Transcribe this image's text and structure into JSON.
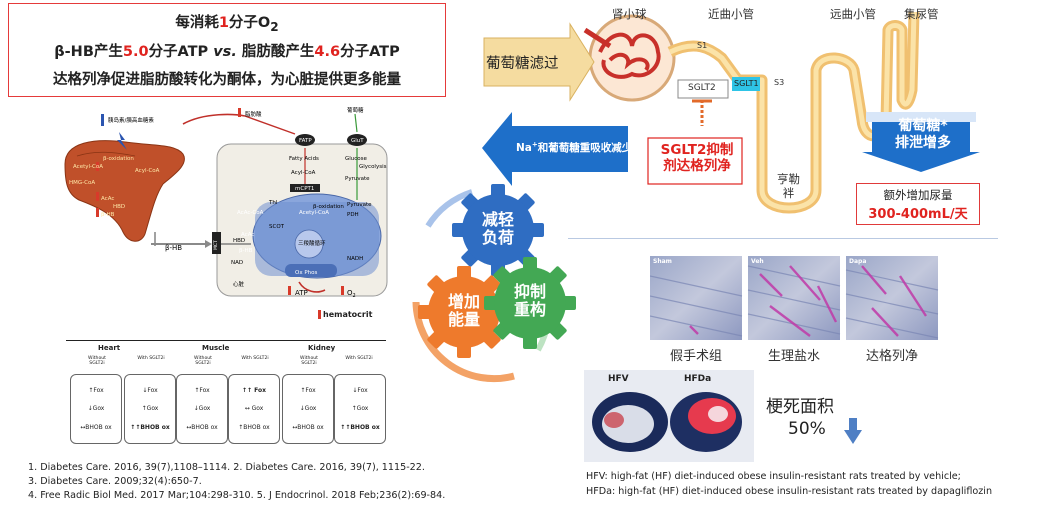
{
  "mechanism": {
    "line1_prefix": "每消耗",
    "line1_num": "1",
    "line1_mid": "分子O",
    "line1_sub": "2",
    "line2_a": "β-HB产生",
    "line2_num1": "5.0",
    "line2_b": "分子ATP ",
    "line2_vs": "vs.",
    "line2_c": " 脂肪酸产生",
    "line2_num2": "4.6",
    "line2_d": "分子ATP",
    "line3": "达格列净促进脂肪酸转化为酮体，为心脏提供更多能量"
  },
  "metabolism": {
    "insulin_glucagon": "胰岛素/胰高血糖素",
    "liver_labels": [
      "Acetyl-CoA",
      "β-oxidation",
      "Acyl-CoA",
      "HMG-CoA",
      "AcAc",
      "HBD",
      "β-HB"
    ],
    "fatty_acid_top": "脂肪酸",
    "glucose_top": "葡萄糖",
    "fatp": "FATP",
    "glut": "GluT",
    "cell_labels": [
      "Fatty Acids",
      "Acyl-CoA",
      "mCPT1",
      "Glucose",
      "Glycolysis",
      "Pyruvate",
      "Pyruvate",
      "PDH",
      "β-oxidation",
      "Thl",
      "AcAc-CoA",
      "Acetyl-CoA",
      "SCOT",
      "AcAc",
      "HBD",
      "β-HB",
      "NAD",
      "NADH",
      "三羧酸循环",
      "Ox Phos"
    ],
    "mct": "MCT",
    "bhb": "β-HB",
    "heart": "心脏",
    "atp": "ATP",
    "o2": "O",
    "o2_sub": "2",
    "hematocrit": "hematocrit"
  },
  "organ_table": {
    "organs": [
      "Heart",
      "Muscle",
      "Kidney"
    ],
    "without": "Without SGLT2i",
    "with": "With SGLT2i",
    "cells": [
      [
        "↑Fox",
        "↓Gox",
        "↔BHOB ox"
      ],
      [
        "↓Fox",
        "↑Gox",
        "↑↑BHOB ox"
      ],
      [
        "↑Fox",
        "↓Gox",
        "↔BHOB ox"
      ],
      [
        "↑↑ Fox",
        "↔ Gox",
        "↑BHOB ox"
      ],
      [
        "↑Fox",
        "↓Gox",
        "↔BHOB ox"
      ],
      [
        "↓Fox",
        "↑Gox",
        "↑↑BHOB ox"
      ]
    ]
  },
  "references": [
    "1.   Diabetes Care. 2016, 39(7),1108–1114.  2. Diabetes Care. 2016, 39(7), 1115-22.",
    "3. Diabetes Care. 2009;32(4):650-7.",
    "4. Free Radic Biol Med. 2017 Mar;104:298-310.  5. J Endocrinol. 2018 Feb;236(2):69-84."
  ],
  "gears": {
    "reduce_load": [
      "减轻",
      "负荷"
    ],
    "increase_energy": [
      "增加",
      "能量"
    ],
    "inhibit_remodel": [
      "抑制",
      "重构"
    ]
  },
  "kidney": {
    "glomerulus": "肾小球",
    "proximal": "近曲小管",
    "distal": "远曲小管",
    "collecting": "集尿管",
    "s1": "S1",
    "s3": "S3",
    "sglt2": "SGLT2",
    "sglt1": "SGLT1",
    "glucose_filtered": "葡萄糖滤过",
    "reabsorption_pre": "Na",
    "reabsorption_sup": "+",
    "reabsorption_post": "和葡萄糖重吸收减少",
    "drug": [
      "SGLT2抑制",
      "剂达格列净"
    ],
    "henle": [
      "亨勒",
      "袢"
    ],
    "excretion": [
      "葡萄糖*",
      "排泄增多"
    ],
    "urine_title": "额外增加尿量",
    "urine_value": "300-400mL/天",
    "colors": {
      "tube": "#f0c070",
      "arrow": "#1e6fc9",
      "sglt1": "#2ec4e6"
    }
  },
  "histology": {
    "panels": [
      "Sham",
      "Veh",
      "Dapa"
    ],
    "labels": [
      "假手术组",
      "生理盐水",
      "达格列净"
    ]
  },
  "infarct": {
    "hfv": "HFV",
    "hfda": "HFDa",
    "title": "梗死面积",
    "value": "50%"
  },
  "notes": [
    "HFV: high-fat (HF) diet-induced obese insulin-resistant rats treated by vehicle;",
    "HFDa: high-fat (HF) diet-induced obese insulin-resistant rats treated by dapagliflozin"
  ]
}
